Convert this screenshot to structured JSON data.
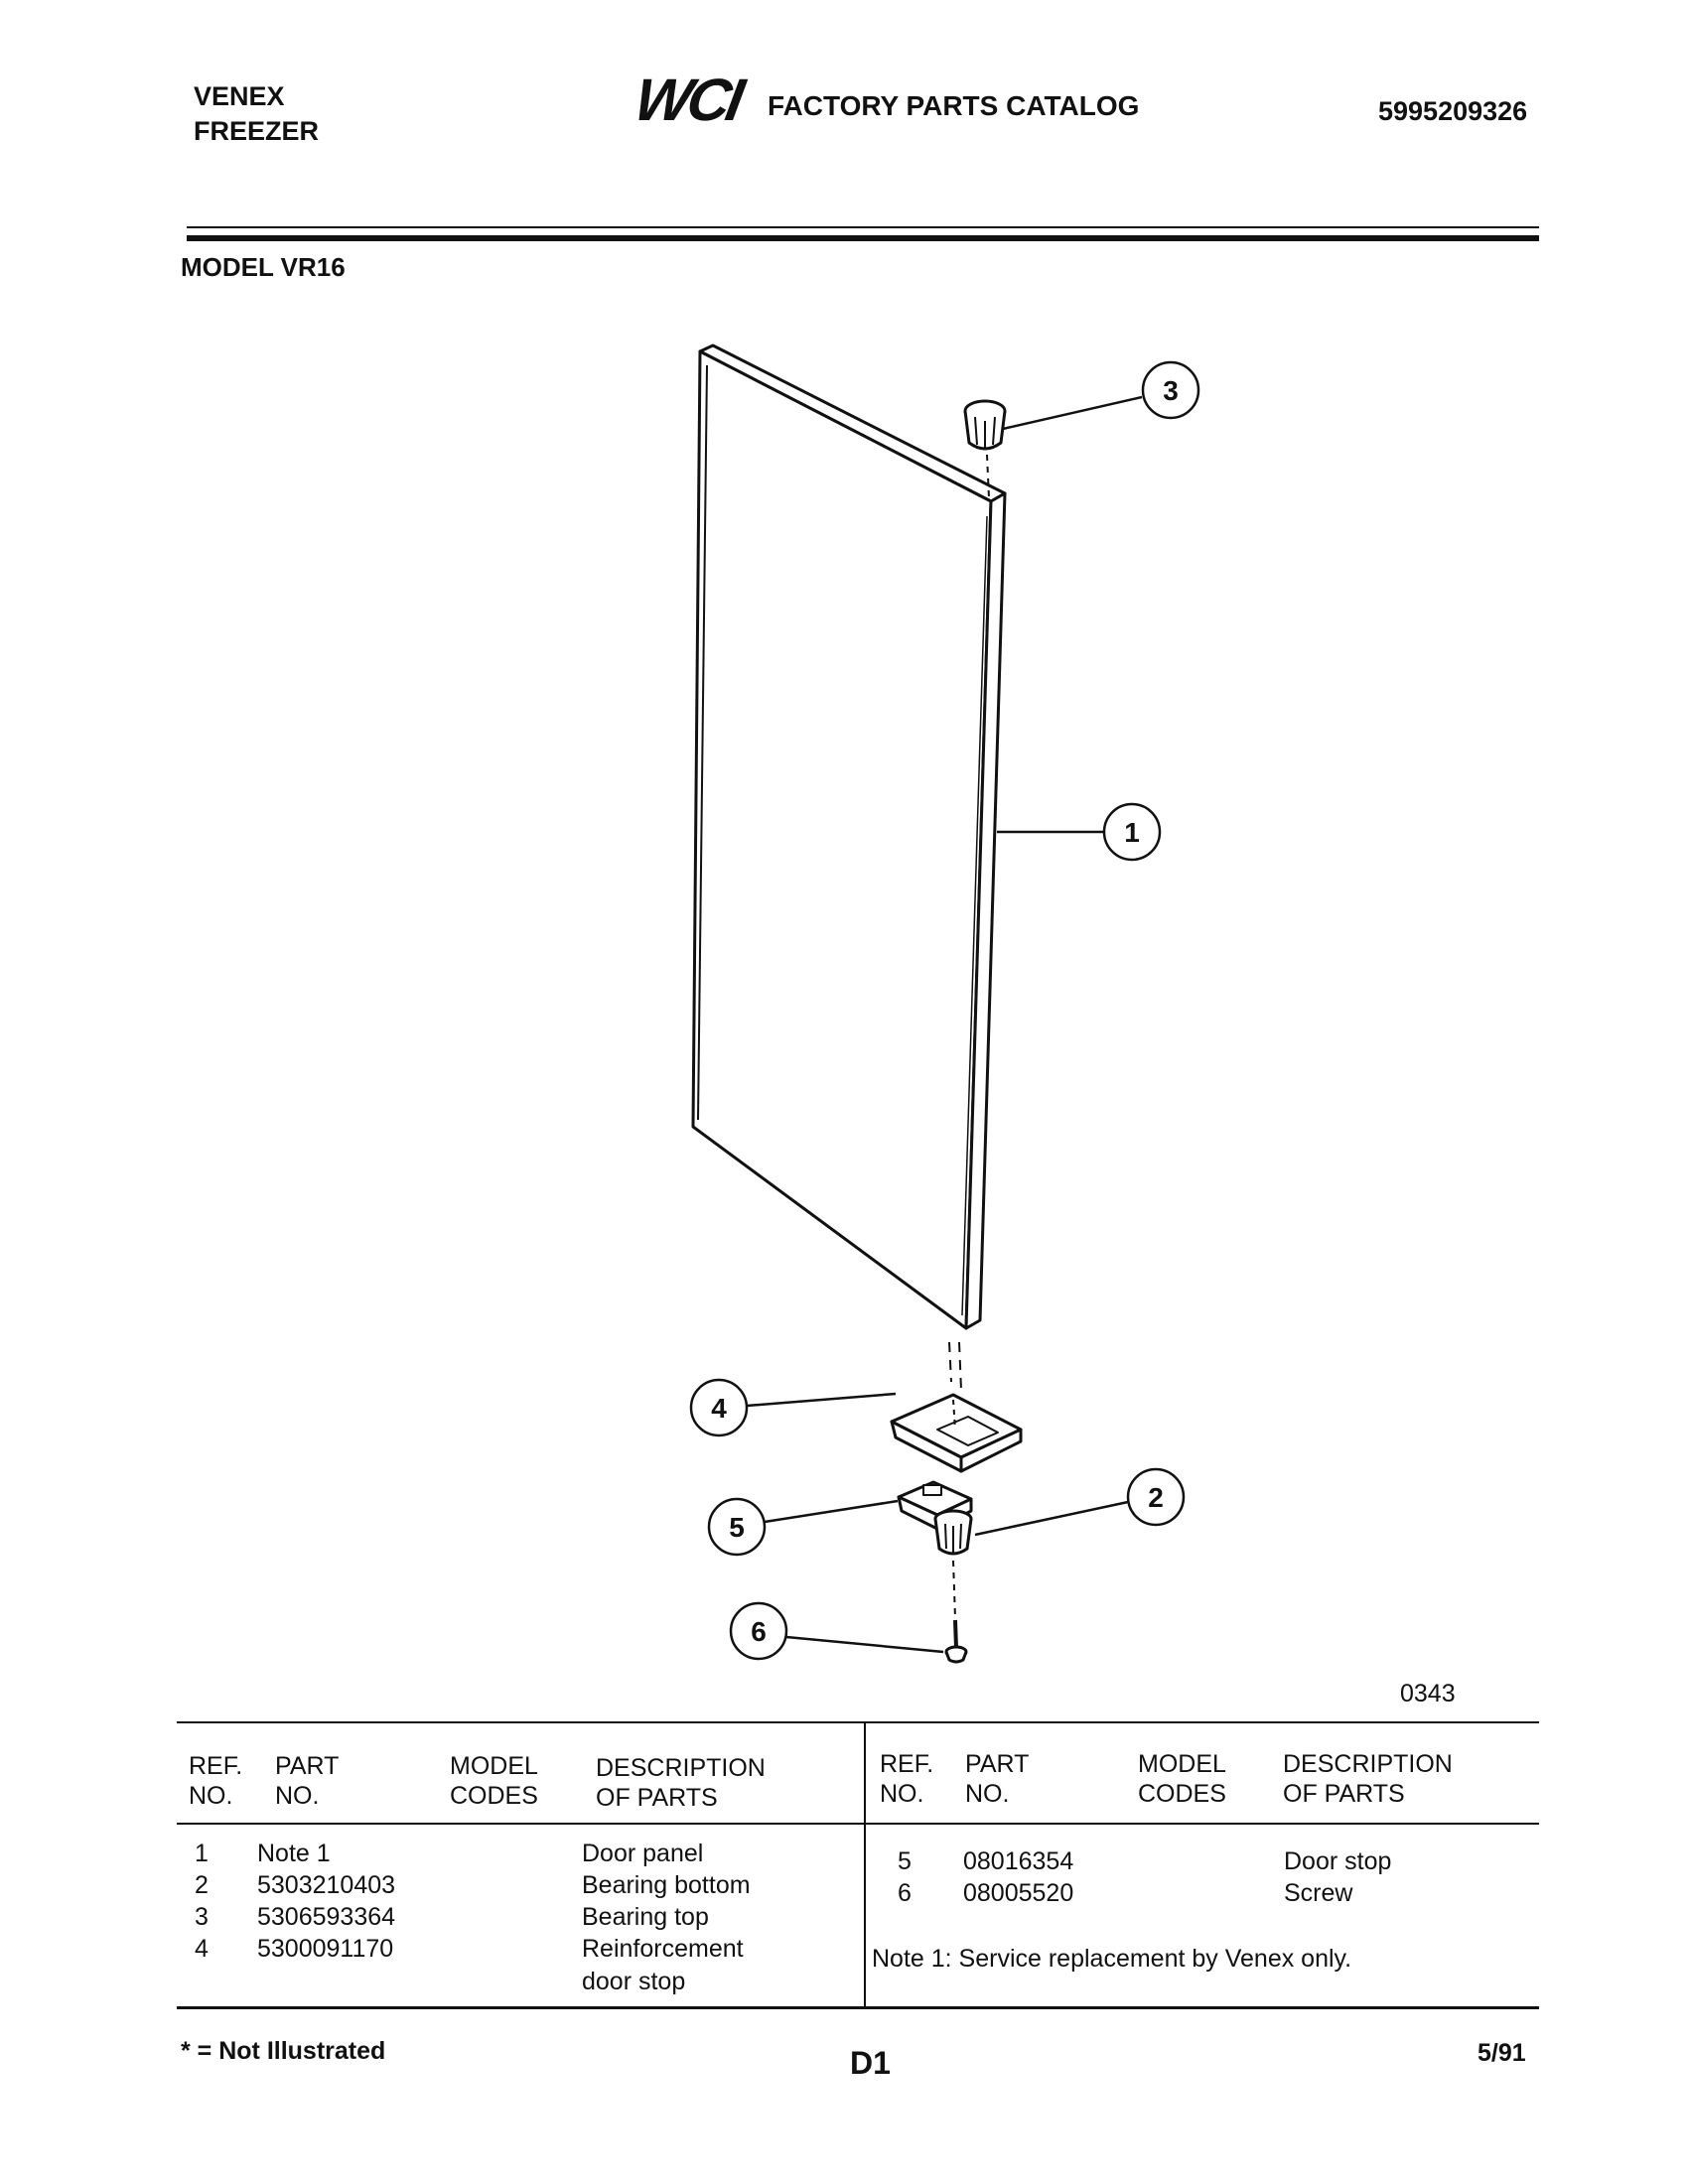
{
  "header": {
    "brand_line1": "VENEX",
    "brand_line2": "FREEZER",
    "logo_text": "WCI",
    "catalog_title": "FACTORY PARTS CATALOG",
    "catalog_number": "5995209326",
    "model": "MODEL VR16"
  },
  "diagram": {
    "callouts": [
      "3",
      "1",
      "4",
      "2",
      "5",
      "6"
    ],
    "figure_code": "0343",
    "parts_shown": [
      "door-panel",
      "bearing-top",
      "reinforcement-door-stop",
      "door-stop",
      "bearing-bottom",
      "screw"
    ]
  },
  "table": {
    "headers": {
      "ref_1": "REF.",
      "ref_2": "NO.",
      "part_1": "PART",
      "part_2": "NO.",
      "model_1": "MODEL",
      "model_2": "CODES",
      "desc_1": "DESCRIPTION",
      "desc_2": "OF PARTS"
    },
    "left_rows": [
      {
        "ref": "1",
        "part": "Note 1",
        "desc": "Door panel"
      },
      {
        "ref": "2",
        "part": "5303210403",
        "desc": "Bearing bottom"
      },
      {
        "ref": "3",
        "part": "5306593364",
        "desc": "Bearing top"
      },
      {
        "ref": "4",
        "part": "5300091170",
        "desc": "Reinforcement",
        "desc_cont": "door stop"
      }
    ],
    "right_rows": [
      {
        "ref": "5",
        "part": "08016354",
        "desc": "Door stop"
      },
      {
        "ref": "6",
        "part": "08005520",
        "desc": "Screw"
      }
    ],
    "note": "Note 1:  Service replacement by Venex only."
  },
  "footer": {
    "not_illustrated": "* = Not Illustrated",
    "page": "D1",
    "date": "5/91"
  }
}
